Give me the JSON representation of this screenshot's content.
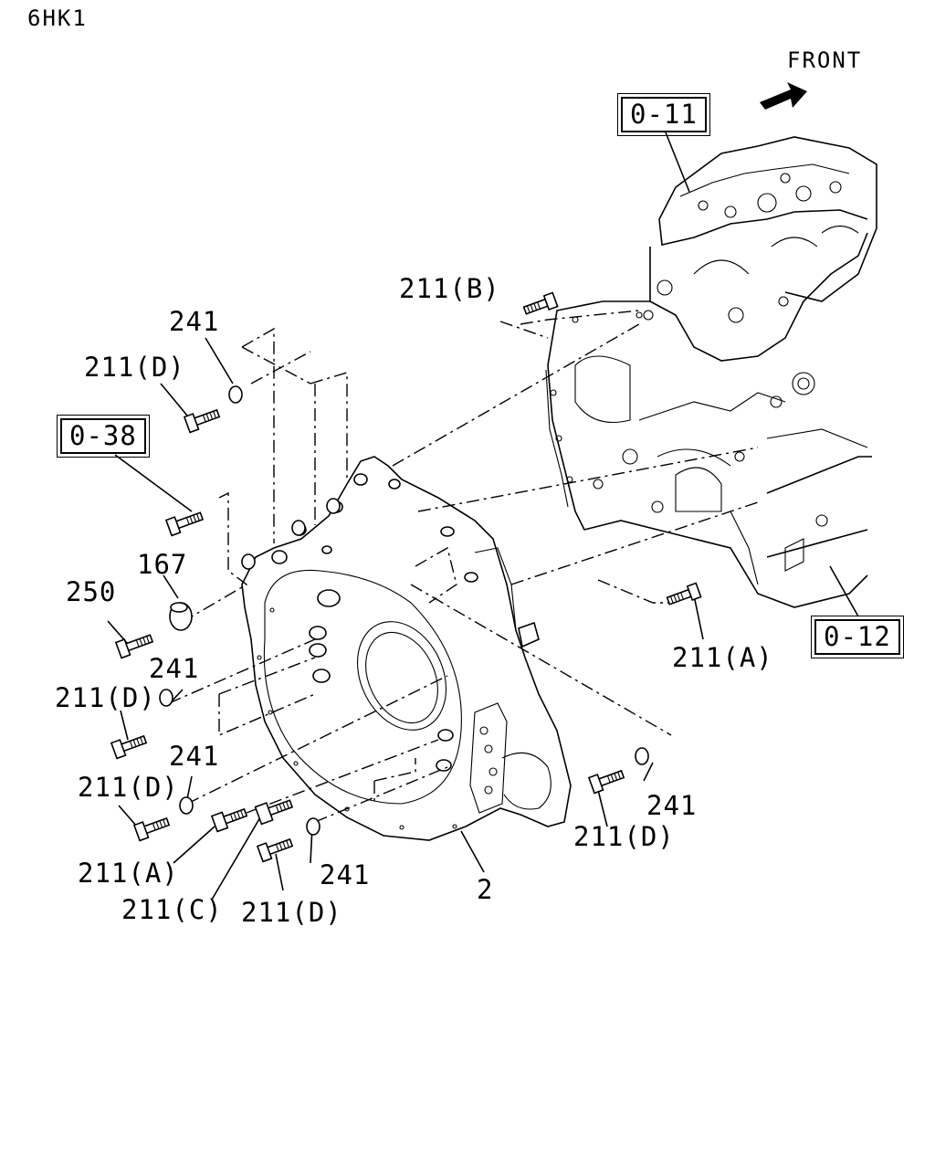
{
  "header": {
    "model_code": "6HK1"
  },
  "orientation": {
    "front_label": "FRONT"
  },
  "references": [
    {
      "id": "ref-0-11",
      "label": "0-11"
    },
    {
      "id": "ref-0-38",
      "label": "0-38"
    },
    {
      "id": "ref-0-12",
      "label": "0-12"
    }
  ],
  "callouts": {
    "c211B": "211(B)",
    "c241_top": "241",
    "c211D_top": "211(D)",
    "c167": "167",
    "c250": "250",
    "c241_mid": "241",
    "c211D_mid": "211(D)",
    "c241_low": "241",
    "c211D_low": "211(D)",
    "c211A_left": "211(A)",
    "c211C": "211(C)",
    "c211D_bottom": "211(D)",
    "c241_bottom": "241",
    "c2": "2",
    "c211A_right": "211(A)",
    "c241_right": "241",
    "c211D_right": "211(D)"
  }
}
